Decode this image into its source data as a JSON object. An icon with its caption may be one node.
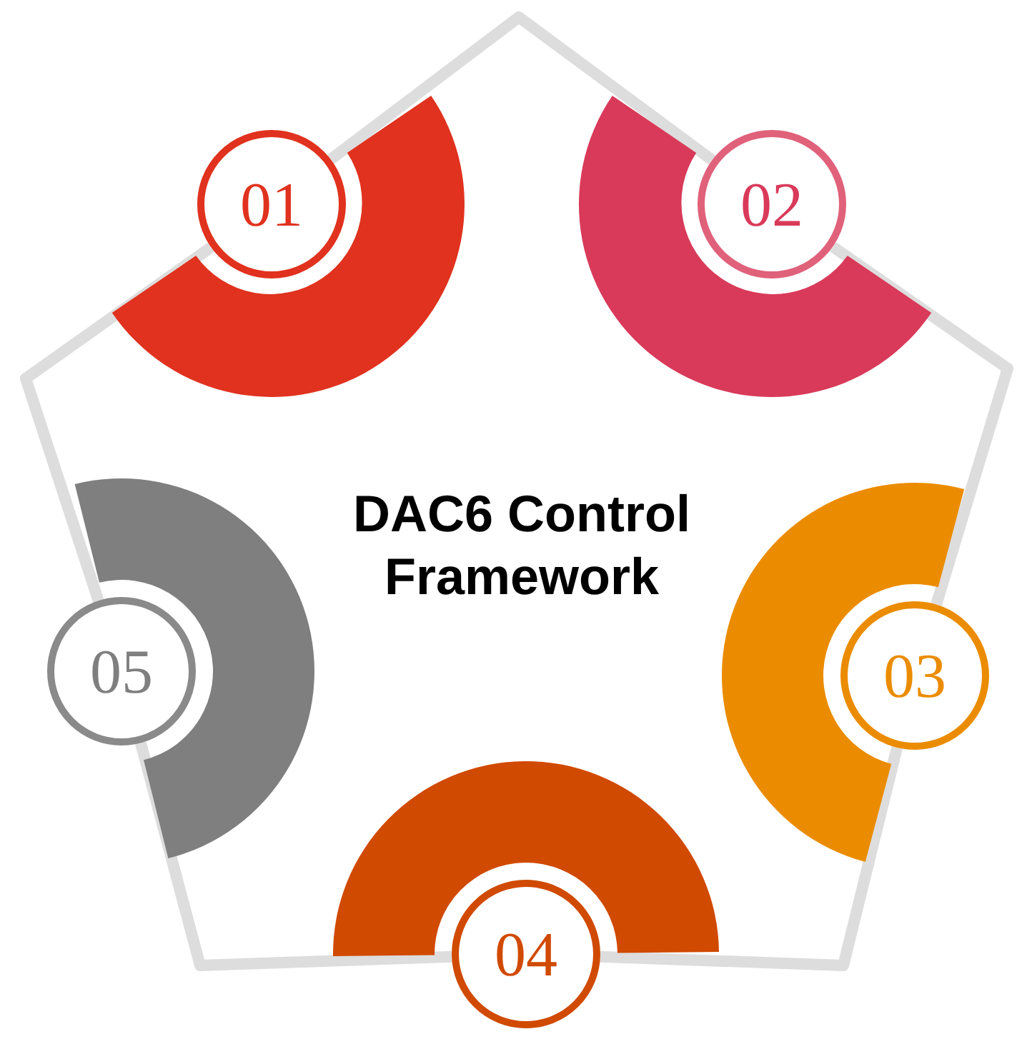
{
  "diagram": {
    "title": "DAC6 Control Framework",
    "nodes": [
      {
        "text": [
          "01"
        ]
      },
      {
        "text": [
          "02"
        ]
      },
      {
        "text": [
          "03"
        ]
      },
      {
        "text": [
          "04"
        ]
      },
      {
        "text": [
          "05"
        ]
      }
    ],
    "edges": [
      {
        "from": 0,
        "to": 1,
        "arrow": "none"
      },
      {
        "from": 1,
        "to": 2,
        "arrow": "none"
      },
      {
        "from": 2,
        "to": 3,
        "arrow": "none"
      },
      {
        "from": 3,
        "to": 4,
        "arrow": "none"
      },
      {
        "from": 4,
        "to": 0,
        "arrow": "none"
      }
    ]
  }
}
